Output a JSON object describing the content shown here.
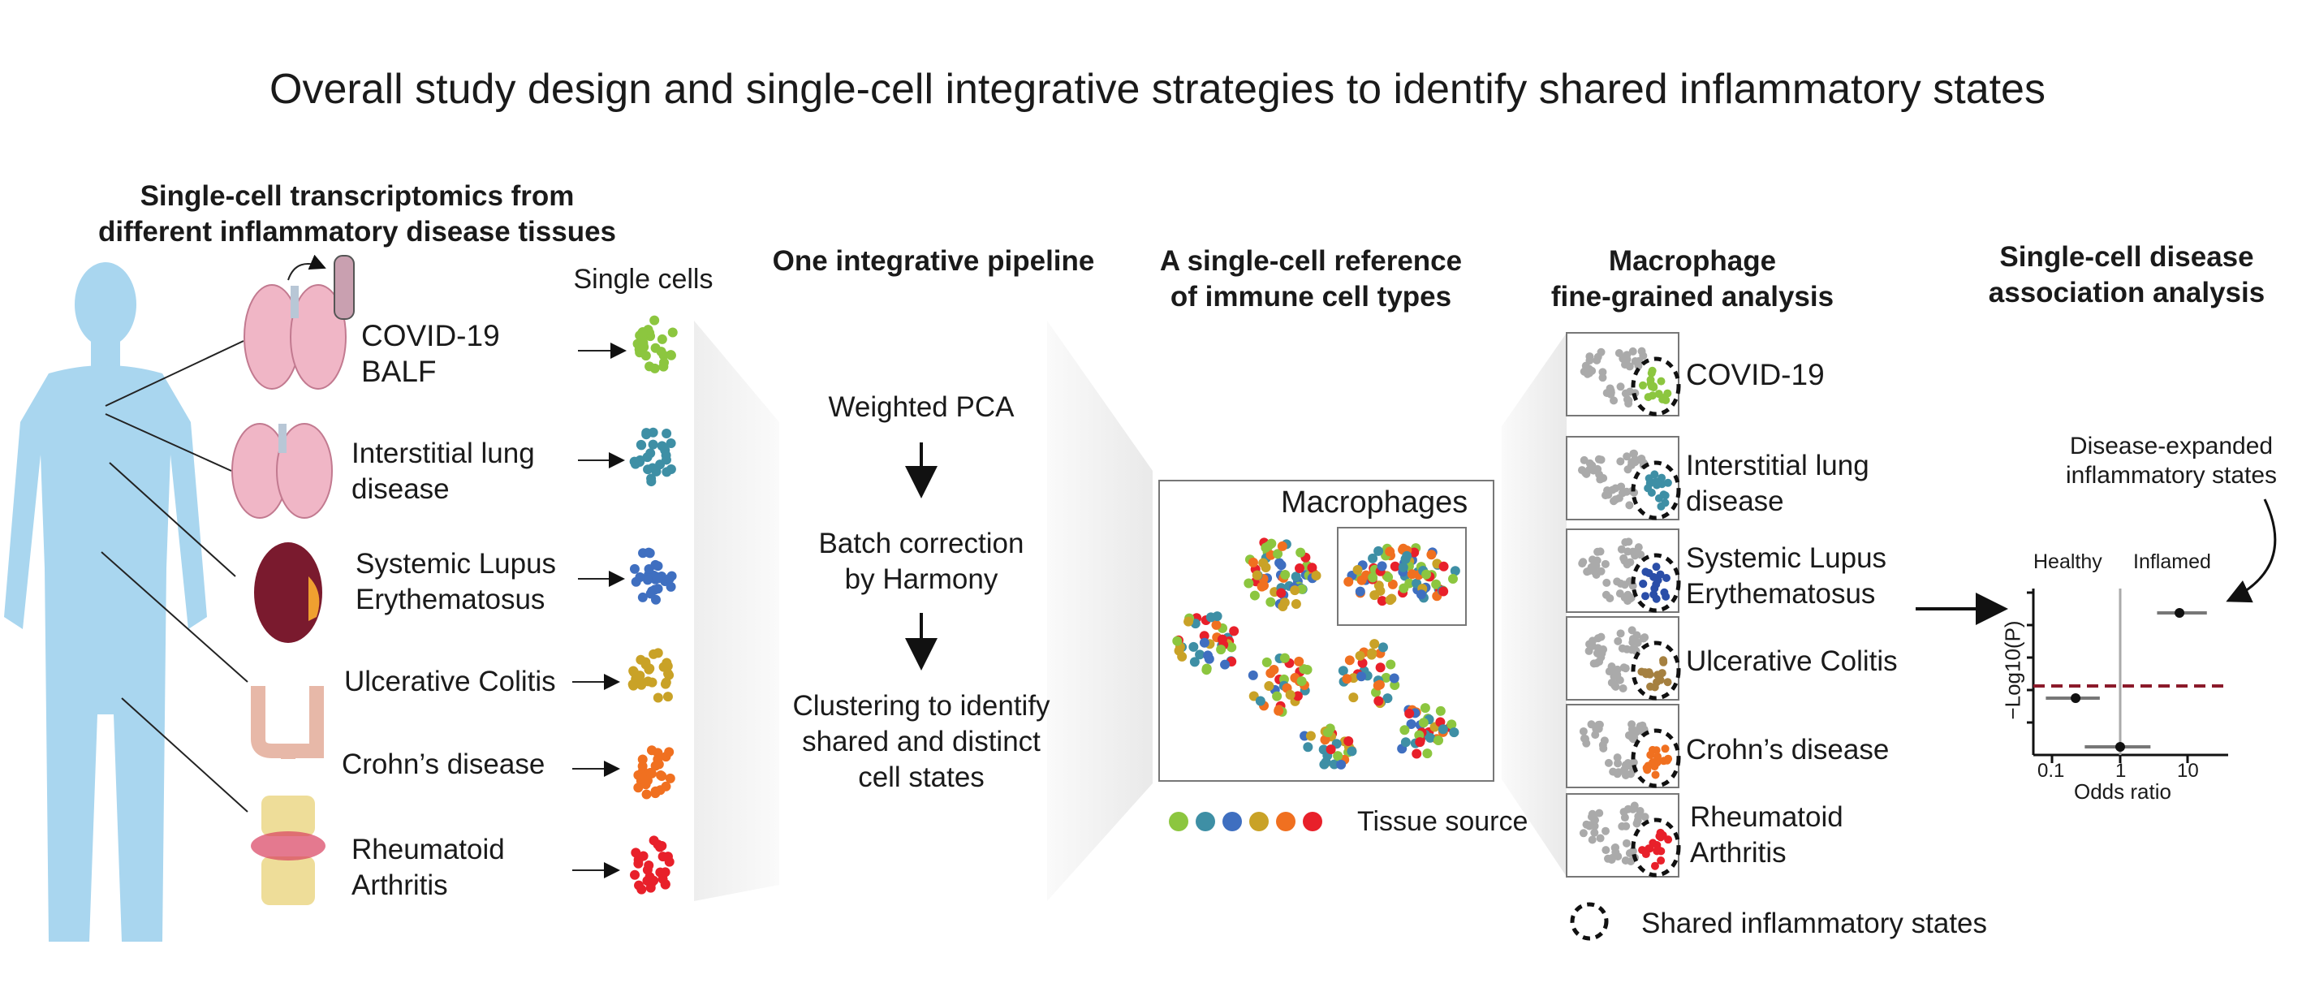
{
  "title": "Overall study design and single-cell integrative strategies to identify shared inflammatory states",
  "sections": {
    "transcriptomics": "Single-cell transcriptomics from\ndifferent inflammatory disease tissues",
    "single_cells": "Single cells",
    "pipeline": "One integrative pipeline",
    "reference": "A single-cell reference\nof immune cell types",
    "macrophage": "Macrophage\nfine-grained analysis",
    "association": "Single-cell disease\nassociation analysis"
  },
  "tissues": [
    {
      "label": "COVID-19\nBALF",
      "color": "#8cc63f"
    },
    {
      "label": "Interstitial lung\ndisease",
      "color": "#3e8fa5"
    },
    {
      "label": "Systemic Lupus\nErythematosus",
      "color": "#3f6fc0"
    },
    {
      "label": "Ulcerative Colitis",
      "color": "#c9a227"
    },
    {
      "label": "Crohn’s disease",
      "color": "#f07020"
    },
    {
      "label": "Rheumatoid\nArthritis",
      "color": "#e8202a"
    }
  ],
  "pipeline_steps": [
    "Weighted PCA",
    "Batch correction\nby Harmony",
    "Clustering to identify\nshared and distinct\ncell states"
  ],
  "reference": {
    "cluster_label": "Macrophages",
    "legend_label": "Tissue source"
  },
  "macrophage_panels": [
    {
      "label": "COVID-19",
      "color": "#8cc63f"
    },
    {
      "label": "Interstitial lung\ndisease",
      "color": "#3e8fa5"
    },
    {
      "label": "Systemic Lupus\nErythematosus",
      "color": "#2a4ea8"
    },
    {
      "label": "Ulcerative Colitis",
      "color": "#a58040"
    },
    {
      "label": "Crohn’s disease",
      "color": "#f07020"
    },
    {
      "label": "Rheumatoid\nArthritis",
      "color": "#e8202a"
    }
  ],
  "shared_states_label": "Shared inflammatory states",
  "association": {
    "annotation": "Disease-expanded\ninflammatory states",
    "healthy_label": "Healthy",
    "inflamed_label": "Inflamed",
    "ylabel": "−Log10(P)",
    "xlabel": "Odds ratio",
    "xticks": [
      "0.1",
      "1",
      "10"
    ]
  },
  "chart_data": {
    "type": "scatter",
    "x_scale": "log",
    "xlabel": "Odds ratio",
    "ylabel": "−Log10(P)",
    "xticks": [
      0.1,
      1,
      10
    ],
    "points": [
      {
        "x": 7.5,
        "ci": [
          3.5,
          19
        ],
        "position": "high"
      },
      {
        "x": 0.22,
        "ci": [
          0.08,
          0.5
        ],
        "position": "middle"
      },
      {
        "x": 1.0,
        "ci": [
          0.3,
          2.8
        ],
        "position": "low"
      }
    ],
    "threshold": "dashed line"
  }
}
